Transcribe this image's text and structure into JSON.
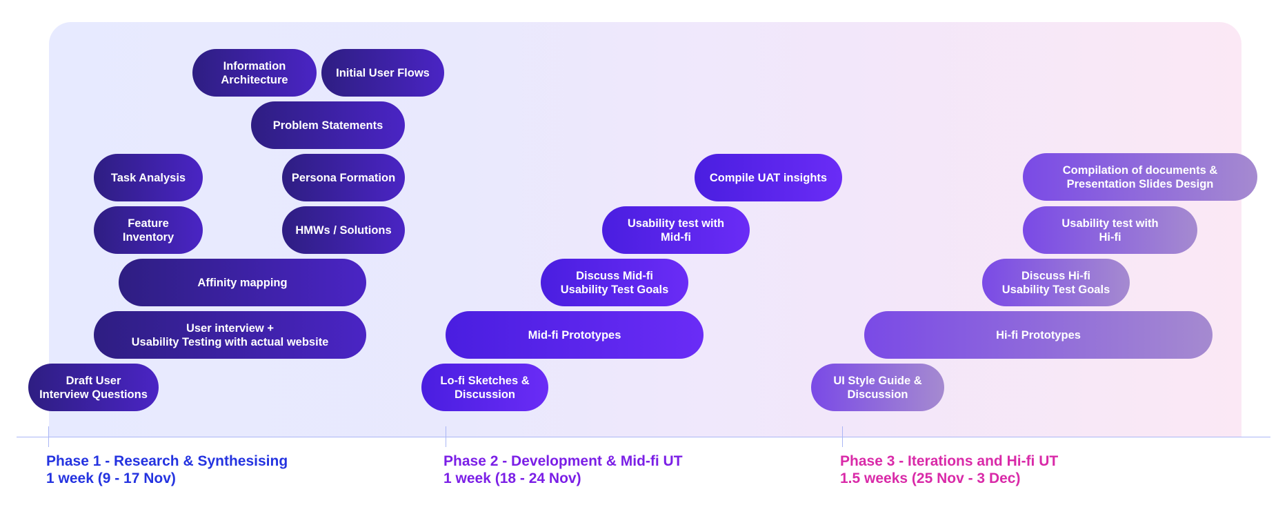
{
  "colors": {
    "phase1_text": "#2433e0",
    "phase2_text": "#7b1fe6",
    "phase3_text": "#d92aa8",
    "phase1_pill": [
      "#2e1e82",
      "#4a24c4"
    ],
    "phase2_pill": [
      "#4a1ee0",
      "#6a2cf6"
    ],
    "phase3_pill": [
      "#7a4ae6",
      "#a58ad0"
    ]
  },
  "phases": [
    {
      "title": "Phase 1 - Research & Synthesising",
      "duration": "1 week (9 - 17 Nov)"
    },
    {
      "title": "Phase 2 - Development & Mid-fi UT",
      "duration": "1 week (18 - 24 Nov)"
    },
    {
      "title": "Phase 3 - Iterations and Hi-fi UT",
      "duration": "1.5 weeks (25 Nov - 3 Dec)"
    }
  ],
  "tasks": [
    {
      "id": "information-architecture",
      "label": "Information\nArchitecture",
      "phase": 1
    },
    {
      "id": "initial-user-flows",
      "label": "Initial User Flows",
      "phase": 1
    },
    {
      "id": "problem-statements",
      "label": "Problem Statements",
      "phase": 1
    },
    {
      "id": "task-analysis",
      "label": "Task Analysis",
      "phase": 1
    },
    {
      "id": "persona-formation",
      "label": "Persona Formation",
      "phase": 1
    },
    {
      "id": "feature-inventory",
      "label": "Feature Inventory",
      "phase": 1
    },
    {
      "id": "hmws-solutions",
      "label": "HMWs / Solutions",
      "phase": 1
    },
    {
      "id": "affinity-mapping",
      "label": "Affinity mapping",
      "phase": 1
    },
    {
      "id": "user-interview-usability-testing",
      "label": "User interview +\nUsability Testing with actual website",
      "phase": 1
    },
    {
      "id": "draft-user-interview-questions",
      "label": "Draft User\nInterview Questions",
      "phase": 1
    },
    {
      "id": "compile-uat-insights",
      "label": "Compile UAT insights",
      "phase": 2
    },
    {
      "id": "usability-test-mid-fi",
      "label": "Usability test with\nMid-fi",
      "phase": 2
    },
    {
      "id": "discuss-mid-fi-goals",
      "label": "Discuss Mid-fi\nUsability Test Goals",
      "phase": 2
    },
    {
      "id": "mid-fi-prototypes",
      "label": "Mid-fi Prototypes",
      "phase": 2
    },
    {
      "id": "lo-fi-sketches",
      "label": "Lo-fi Sketches &\nDiscussion",
      "phase": 2
    },
    {
      "id": "compilation-documents",
      "label": "Compilation of documents &\nPresentation Slides Design",
      "phase": 3
    },
    {
      "id": "usability-test-hi-fi",
      "label": "Usability test with\nHi-fi",
      "phase": 3
    },
    {
      "id": "discuss-hi-fi-goals",
      "label": "Discuss Hi-fi\nUsability Test Goals",
      "phase": 3
    },
    {
      "id": "hi-fi-prototypes",
      "label": "Hi-fi Prototypes",
      "phase": 3
    },
    {
      "id": "ui-style-guide",
      "label": "UI Style Guide &\nDiscussion",
      "phase": 3
    }
  ]
}
